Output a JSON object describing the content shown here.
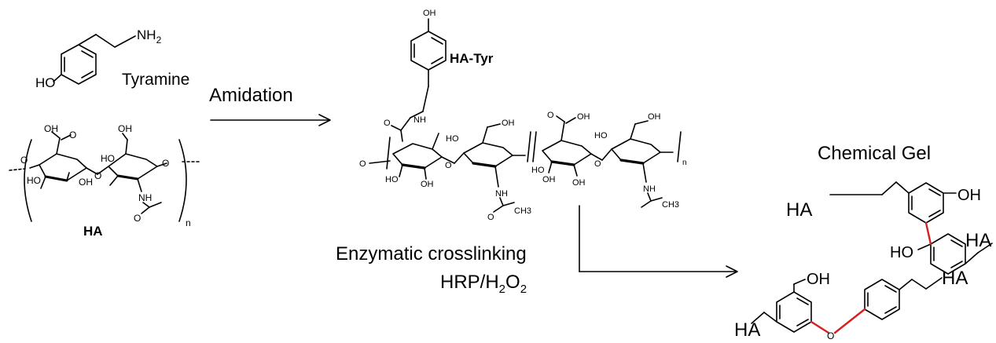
{
  "reagents": {
    "tyramine": {
      "name": "Tyramine",
      "ho": "HO",
      "nh2": "NH",
      "nh2_sub": "2"
    },
    "ha": {
      "name": "HA",
      "repeat": "n",
      "atoms": [
        "OH",
        "OH",
        "O",
        "HO",
        "HO",
        "O",
        "OH",
        "NH",
        "O",
        "O",
        "O"
      ]
    }
  },
  "steps": {
    "amidation": "Amidation",
    "crosslinking_line1": "Enzymatic crosslinking",
    "crosslinking_line2_prefix": "HRP/H",
    "crosslinking_sub1": "2",
    "crosslinking_mid": "O",
    "crosslinking_sub2": "2"
  },
  "intermediate": {
    "name": "HA-Tyr",
    "atoms": [
      "OH",
      "O",
      "NH",
      "O",
      "OH",
      "OH",
      "HO",
      "HO",
      "O",
      "OH",
      "NH",
      "CH3",
      "O",
      "OH",
      "O",
      "OH",
      "HO",
      "HO",
      "O",
      "OH",
      "NH",
      "CH3",
      "n"
    ]
  },
  "product": {
    "title": "Chemical Gel",
    "dimer1": {
      "left": "HA",
      "right": "HA",
      "oh_top": "OH",
      "oh_bottom": "HO"
    },
    "dimer2": {
      "left": "HA",
      "right": "HA",
      "oh": "OH",
      "bridge": "O"
    }
  },
  "colors": {
    "crosslink_bond": "#d62020",
    "ink": "#000000"
  }
}
